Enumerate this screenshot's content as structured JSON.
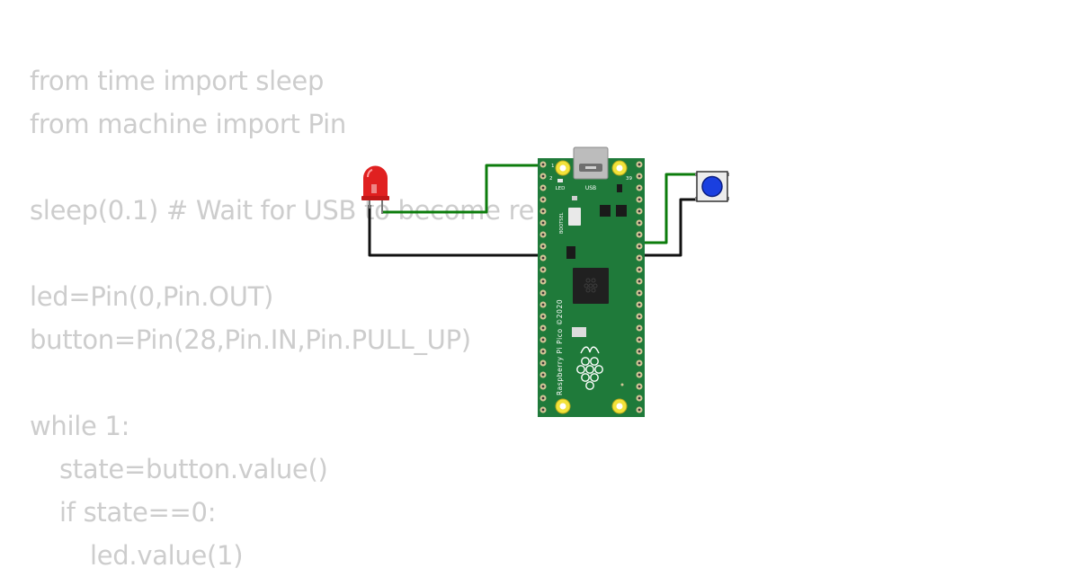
{
  "code": {
    "lines": [
      {
        "indent": 0,
        "text": "from time import sleep"
      },
      {
        "indent": 0,
        "text": "from machine import Pin"
      },
      {
        "indent": 0,
        "text": ""
      },
      {
        "indent": 0,
        "text": "sleep(0.1) # Wait for USB to become re"
      },
      {
        "indent": 0,
        "text": ""
      },
      {
        "indent": 0,
        "text": "led=Pin(0,Pin.OUT)"
      },
      {
        "indent": 0,
        "text": "button=Pin(28,Pin.IN,Pin.PULL_UP)"
      },
      {
        "indent": 0,
        "text": ""
      },
      {
        "indent": 0,
        "text": "while 1:"
      },
      {
        "indent": 1,
        "text": "state=button.value()"
      },
      {
        "indent": 1,
        "text": "if state==0:"
      },
      {
        "indent": 2,
        "text": "led.value(1)"
      }
    ]
  },
  "board": {
    "label_usb": "USB",
    "label_led": "LED",
    "label_bootsel": "BOOTSEL",
    "label_name": "Raspberry Pi Pico ©2020",
    "pin_1": "1",
    "pin_2": "2",
    "pin_39": "39",
    "color": "#1f7a3a"
  },
  "wires": {
    "signal_color": "#0c7c0c",
    "ground_color": "#111111"
  },
  "led": {
    "color": "#e02020"
  },
  "button": {
    "cap_color": "#1a3fe0"
  }
}
